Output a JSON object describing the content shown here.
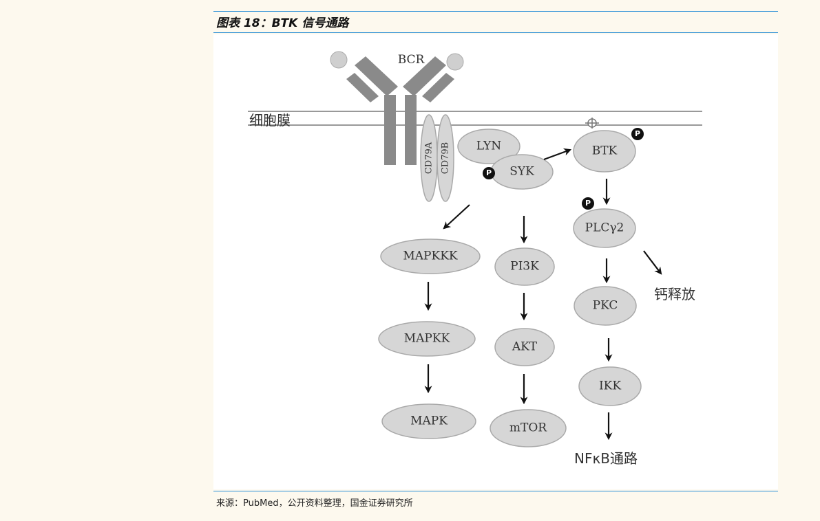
{
  "figure": {
    "title": "图表 18：BTK 信号通路",
    "source": "来源：PubMed，公开资料整理，国金证券研究所"
  },
  "diagram": {
    "receptor": "BCR",
    "membrane": "细胞膜",
    "cd79a": "CD79A",
    "cd79b": "CD79B",
    "phospho": "P",
    "nodes": {
      "lyn": "LYN",
      "syk": "SYK",
      "btk": "BTK",
      "plcg2": "PLCγ2",
      "pkc": "PKC",
      "ikk": "IKK",
      "mapkkk": "MAPKKK",
      "mapkk": "MAPKK",
      "mapk": "MAPK",
      "pi3k": "PI3K",
      "akt": "AKT",
      "mtor": "mTOR"
    },
    "outputs": {
      "calcium": "钙释放",
      "nfkb": "NFκB通路"
    }
  },
  "colors": {
    "accent": "#2b8fd6",
    "node_fill": "#d6d6d6",
    "receptor": "#8a8a8a"
  }
}
